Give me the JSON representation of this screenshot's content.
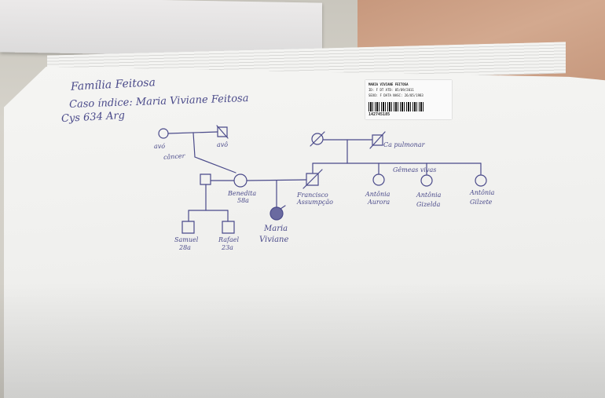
{
  "heading": {
    "family": "Família Feitosa",
    "proband_line": "Caso índice: Maria Viviane Feitosa",
    "variant": "Cys 634 Arg"
  },
  "pedigree": {
    "labels": {
      "g1_left_female": "avó",
      "g1_left_male": "avô",
      "g1_left_note": "câncer",
      "g1_right_male": "Ca pulmonar",
      "g2_mother": "Benedita",
      "g2_mother_age": "58a",
      "g2_father": "Francisco Assumpção",
      "g2_sib_note": "Gêmeas vivas",
      "g2_sib1": "Antônia",
      "g2_sib1b": "Aurora",
      "g2_sib2": "Antônia",
      "g2_sib2b": "Gizelda",
      "g2_sib3": "Antônia",
      "g2_sib3b": "Gilzete",
      "g3_sib1": "Samuel",
      "g3_sib1_age": "28a",
      "g3_sib2": "Rafael",
      "g3_sib2_age": "23a",
      "g3_proband_a": "Maria",
      "g3_proband_b": "Viviane"
    },
    "colors": {
      "ink": "#4a4a8a",
      "fill": "#6a6aa0"
    }
  },
  "hospital_label": {
    "name": "MARIA VIVIANE FEITOSA",
    "line2": "ID: F    DT ATD: 05/09/2011",
    "line3": "SEXO: F   DATA NASC: 26/05/1983",
    "code": "142745185"
  }
}
